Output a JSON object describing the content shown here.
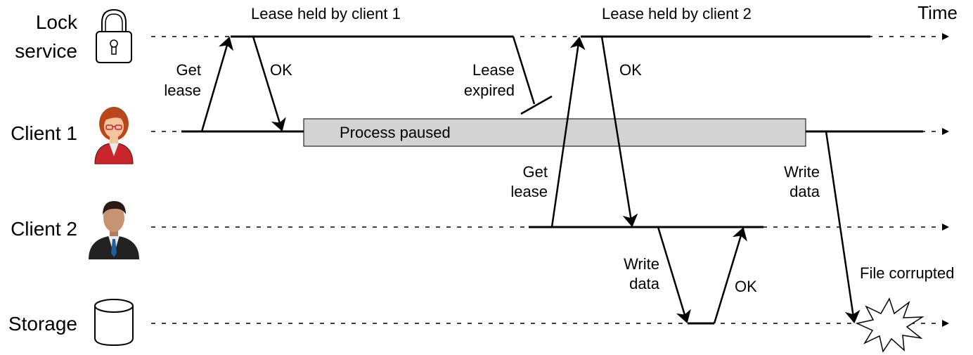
{
  "lanes": {
    "lock_service": [
      "Lock",
      "service"
    ],
    "client1": "Client 1",
    "client2": "Client 2",
    "storage": "Storage"
  },
  "time_label": "Time",
  "leases": {
    "client1": "Lease held by client 1",
    "client2": "Lease held by client 2"
  },
  "messages": {
    "get_lease_1": [
      "Get",
      "lease"
    ],
    "ok_1": "OK",
    "lease_expired": [
      "Lease",
      "expired"
    ],
    "get_lease_2": [
      "Get",
      "lease"
    ],
    "ok_2": "OK",
    "write_data_2": [
      "Write",
      "data"
    ],
    "ok_storage": "OK",
    "write_data_1": [
      "Write",
      "data"
    ],
    "file_corrupted": "File corrupted"
  },
  "process_paused": "Process paused",
  "icons": {
    "lock": "padlock-icon",
    "client1": "woman-avatar-icon",
    "client2": "man-avatar-icon",
    "storage": "database-cylinder-icon",
    "corruption": "explosion-burst-icon"
  },
  "colors": {
    "pause_bar": "#d3d3d3",
    "client1_shirt": "#c8252c",
    "client1_hair": "#b8471b",
    "client2_suit": "#222222",
    "client2_skin": "#c69472",
    "client1_skin": "#f4c49c"
  }
}
